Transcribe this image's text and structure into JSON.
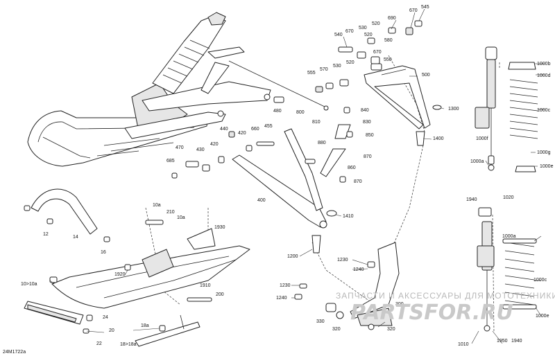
{
  "figure_id": "24M1722a",
  "watermark": {
    "line1": "ЗАПЧАСТИ И АКСЕССУАРЫ ДЛЯ МОТОТЕХНИКИ",
    "line2": "PARTSFOR.RU"
  },
  "callouts": [
    "690",
    "670",
    "545",
    "540",
    "670",
    "530",
    "520",
    "520",
    "580",
    "670",
    "550",
    "555",
    "570",
    "530",
    "520",
    "500",
    "480",
    "800",
    "810",
    "840",
    "830",
    "850",
    "1300",
    "1400",
    "440",
    "420",
    "660",
    "455",
    "880",
    "870",
    "470",
    "430",
    "420",
    "860",
    "685",
    "870",
    "400",
    "1410",
    "1000b",
    "1000d",
    "1000c",
    "1000f",
    "1000g",
    "1000a",
    "1000e",
    "1940",
    "1020",
    "1000a",
    "1000c",
    "1000e",
    "1010",
    "1950",
    "1940",
    "1930",
    "1200",
    "1230",
    "1240",
    "1230",
    "1240",
    "330",
    "320",
    "320",
    "300",
    "10a",
    "210",
    "10a",
    "10>10a",
    "1920",
    "12",
    "14",
    "16",
    "24",
    "20",
    "22",
    "200",
    "1910",
    "18a",
    "18>18a"
  ],
  "colors": {
    "line": "#222222",
    "fill": "#ffffff",
    "shade": "#e6e6e6",
    "watermark_text": "#b8b8b8",
    "watermark_logo": "#c9c9c9"
  }
}
